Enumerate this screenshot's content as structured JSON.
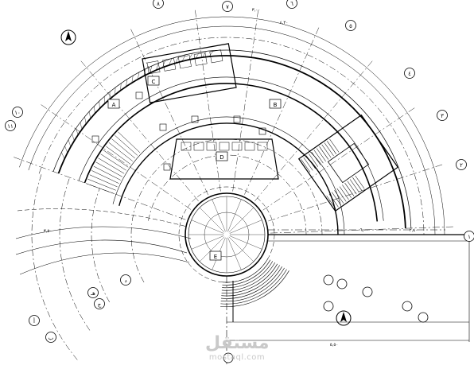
{
  "drawing": {
    "watermark_text": "مستقل",
    "watermark_sub": "mostaql.com",
    "line_color": "#000000",
    "background": "#ffffff"
  },
  "axis_bubbles": [
    {
      "label": "٨"
    },
    {
      "label": "٧"
    },
    {
      "label": "٦"
    },
    {
      "label": "٥"
    },
    {
      "label": "٤"
    },
    {
      "label": "٣"
    },
    {
      "label": "٢"
    },
    {
      "label": "١"
    },
    {
      "label": "١٠"
    },
    {
      "label": "١١"
    }
  ],
  "grid_bubbles_bottom": [
    {
      "label": "أ"
    },
    {
      "label": "ب"
    },
    {
      "label": "ج"
    },
    {
      "label": "د"
    },
    {
      "label": "هـ"
    }
  ],
  "room_tags": [
    "A",
    "B",
    "C",
    "D",
    "E"
  ],
  "dimension_labels": [
    "٣,٠٠",
    "٤,٢٠",
    "٥,٥٠",
    "٦,٠٠",
    "٢,٤٠",
    "٣,٥٠"
  ]
}
